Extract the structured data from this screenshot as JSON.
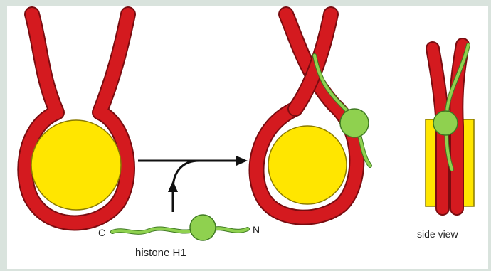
{
  "labels": {
    "c_terminus": "C",
    "n_terminus": "N",
    "histone": "histone H1",
    "side_view": "side view"
  },
  "colors": {
    "dna": "#d41a1f",
    "dna_outline": "#7a0c10",
    "core": "#ffe600",
    "histone_h1": "#8fd14f",
    "histone_h1_outline": "#3f7a22",
    "arrow": "#111111",
    "background": "#d9e3dd"
  },
  "icons": {
    "arrow": "curved-arrow-icon"
  }
}
